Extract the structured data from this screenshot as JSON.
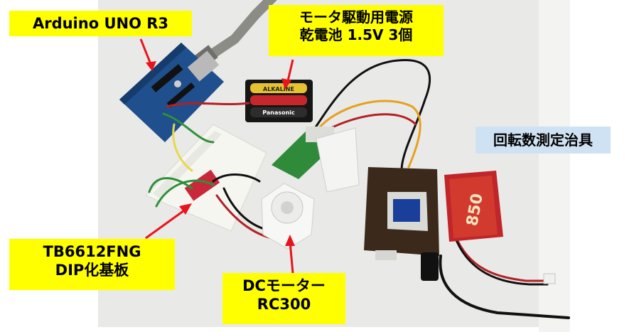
{
  "labels": {
    "arduino": "Arduino UNO R3",
    "battery_line1": "モータ駆動用電源",
    "battery_line2": "乾電池 1.5V 3個",
    "tachometer": "回転数測定治具",
    "driver_line1": "TB6612FNG",
    "driver_line2": "DIP化基板",
    "motor_line1": "DCモーター",
    "motor_line2": "RC300"
  },
  "component_markings": {
    "battery_brand_top": "ALKALINE",
    "battery_brand_bottom": "Panasonic",
    "lipo_capacity": "850"
  },
  "colors": {
    "label_yellow": "#ffff00",
    "label_blue": "#cfe2f3",
    "arrow_red": "#e8141c",
    "background": "#ffffff",
    "table": "#e9e9e7"
  }
}
